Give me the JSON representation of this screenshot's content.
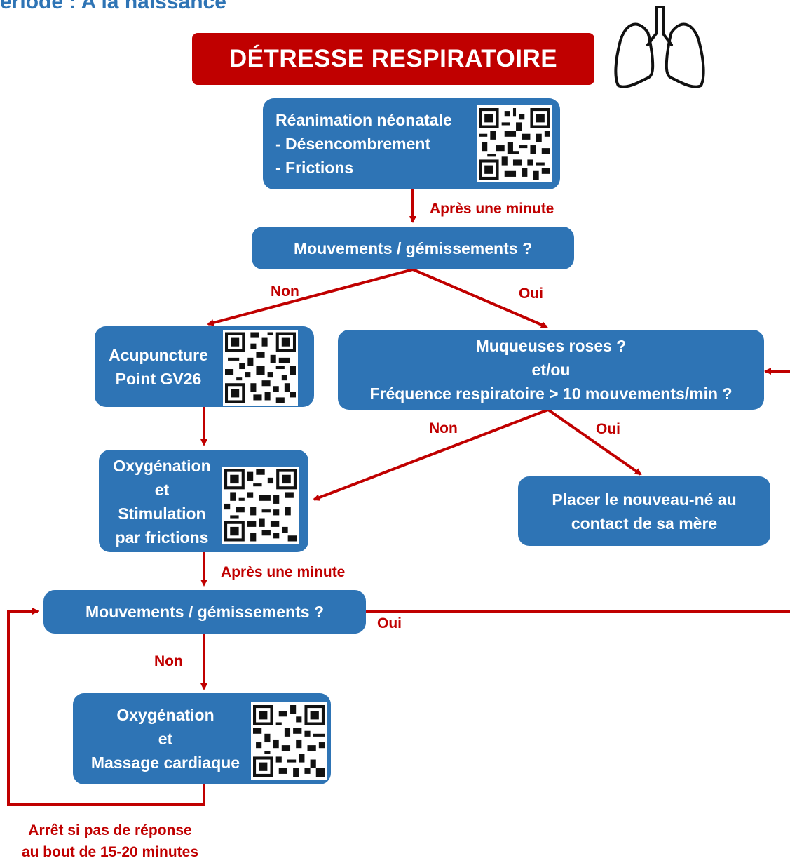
{
  "header": {
    "partial_title": "ériode : A la naissance"
  },
  "title": "DÉTRESSE RESPIRATOIRE",
  "nodes": {
    "reanimation": {
      "line1": "Réanimation néonatale",
      "line2": "- Désencombrement",
      "line3": "- Frictions"
    },
    "mouvements_1": {
      "text": "Mouvements / gémissements ?"
    },
    "acupuncture": {
      "line1": "Acupuncture",
      "line2": "Point GV26"
    },
    "muqueuses": {
      "line1": "Muqueuses roses ?",
      "line2": "et/ou",
      "line3": "Fréquence respiratoire > 10 mouvements/min ?"
    },
    "oxygenation_stim": {
      "line1": "Oxygénation",
      "line2": "et",
      "line3": "Stimulation",
      "line4": "par frictions"
    },
    "placer": {
      "line1": "Placer le nouveau-né au",
      "line2": "contact de sa mère"
    },
    "mouvements_2": {
      "text": "Mouvements / gémissements ?"
    },
    "oxygenation_massage": {
      "line1": "Oxygénation",
      "line2": "et",
      "line3": "Massage cardiaque"
    }
  },
  "labels": {
    "apres_minute_1": "Après une minute",
    "non_1": "Non",
    "oui_1": "Oui",
    "non_2": "Non",
    "oui_2": "Oui",
    "apres_minute_2": "Après une minute",
    "oui_3": "Oui",
    "non_3": "Non",
    "arret_line1": "Arrêt si pas de réponse",
    "arret_line2": "au bout de 15-20 minutes"
  },
  "icons": [
    "lungs-icon",
    "qr-code-icon"
  ],
  "colors": {
    "box_blue": "#2e74b5",
    "accent_red": "#c00000",
    "text_white": "#ffffff"
  }
}
